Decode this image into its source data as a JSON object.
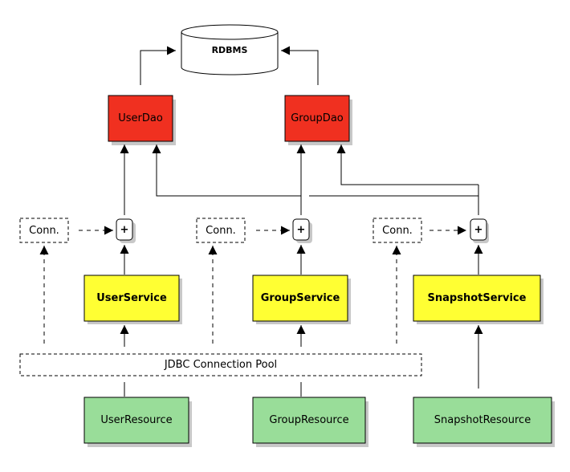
{
  "nodes": {
    "rdbms": "RDBMS",
    "user_dao": "UserDao",
    "group_dao": "GroupDao",
    "conn_1": "Conn.",
    "conn_2": "Conn.",
    "conn_3": "Conn.",
    "combine_1": "+",
    "combine_2": "+",
    "combine_3": "+",
    "user_service": "UserService",
    "group_service": "GroupService",
    "snapshot_service": "SnapshotService",
    "pool": "JDBC Connection Pool",
    "user_resource": "UserResource",
    "group_resource": "GroupResource",
    "snapshot_resource": "SnapshotResource"
  },
  "colors": {
    "dao": "#f03020",
    "service": "#ffff33",
    "resource": "#99dd99",
    "line": "#000000",
    "shadow": "#c8c8c8"
  }
}
